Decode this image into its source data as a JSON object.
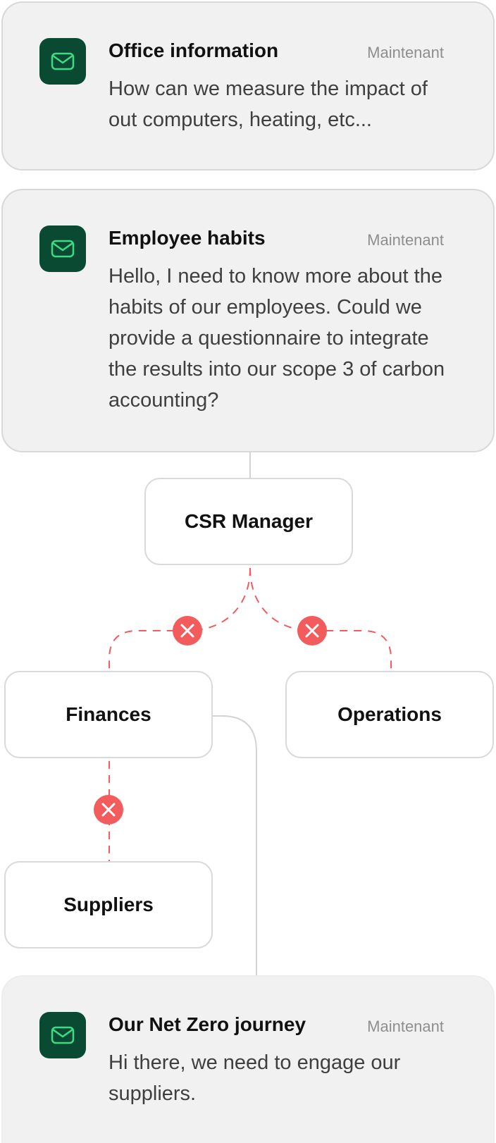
{
  "messages": [
    {
      "title": "Office information",
      "time": "Maintenant",
      "body": "How can we measure the impact of out computers, heating, etc...",
      "icon": "mail-icon"
    },
    {
      "title": "Employee habits",
      "time": "Maintenant",
      "body": "Hello, I need to know more about the habits of our employees. Could we provide a questionnaire to integrate the results into our scope 3 of carbon accounting?",
      "icon": "mail-icon"
    },
    {
      "title": "Our Net Zero journey",
      "time": "Maintenant",
      "body": "Hi there, we need to engage our suppliers.",
      "icon": "mail-icon"
    }
  ],
  "nodes": {
    "csr_manager": "CSR Manager",
    "finances": "Finances",
    "operations": "Operations",
    "suppliers": "Suppliers"
  },
  "colors": {
    "icon_bg": "#0a4a32",
    "icon_stroke": "#3ddc84",
    "blocked": "#f25c5c",
    "connector": "#d4d4d4"
  }
}
